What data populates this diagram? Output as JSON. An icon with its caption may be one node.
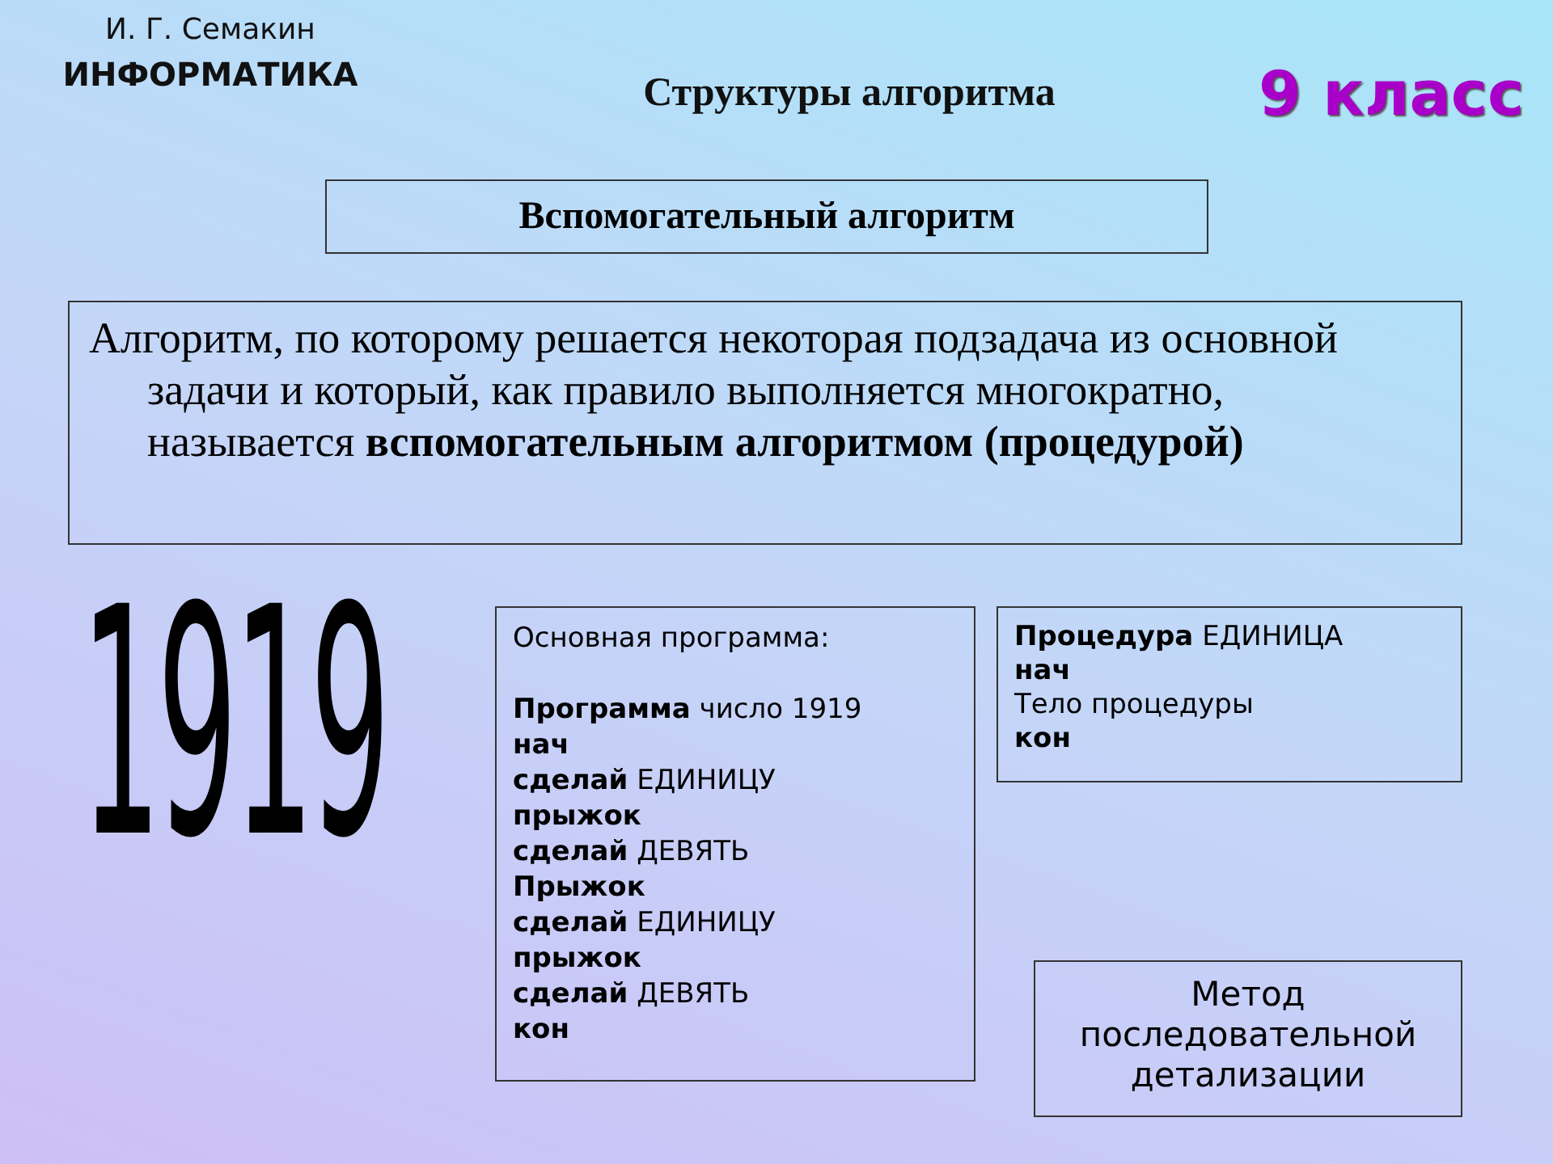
{
  "diagram": {
    "title": "Структуры алгоритма",
    "nodes": [
      {
        "text": [
          "Вспомогательный алгоритм"
        ]
      },
      {
        "text": [
          "Алгоритм, по которому решается некоторая подзадача из основной задачи и который, как правило выполняется многократно, называется **вспомогательным алгоритмом (процедурой)**"
        ]
      },
      {
        "text": [
          "Основная программа:",
          "**Программа** число 1919",
          "**нач**",
          "**сделай** ЕДИНИЦУ",
          "**прыжок**",
          "**сделай** ДЕВЯТЬ",
          "**Прыжок**",
          "**сделай** ЕДИНИЦУ",
          "**прыжок**",
          "**сделай** ДЕВЯТЬ",
          "**кон**"
        ]
      },
      {
        "text": [
          "**Процедура** ЕДИНИЦА",
          "**нач**",
          "Тело процедуры",
          "**кон**"
        ]
      },
      {
        "text": [
          "Метод последовательной детализации"
        ]
      }
    ],
    "labels": [
      "И. Г. Семакин",
      "ИНФОРМАТИКА",
      "9 класс",
      "1919"
    ]
  }
}
